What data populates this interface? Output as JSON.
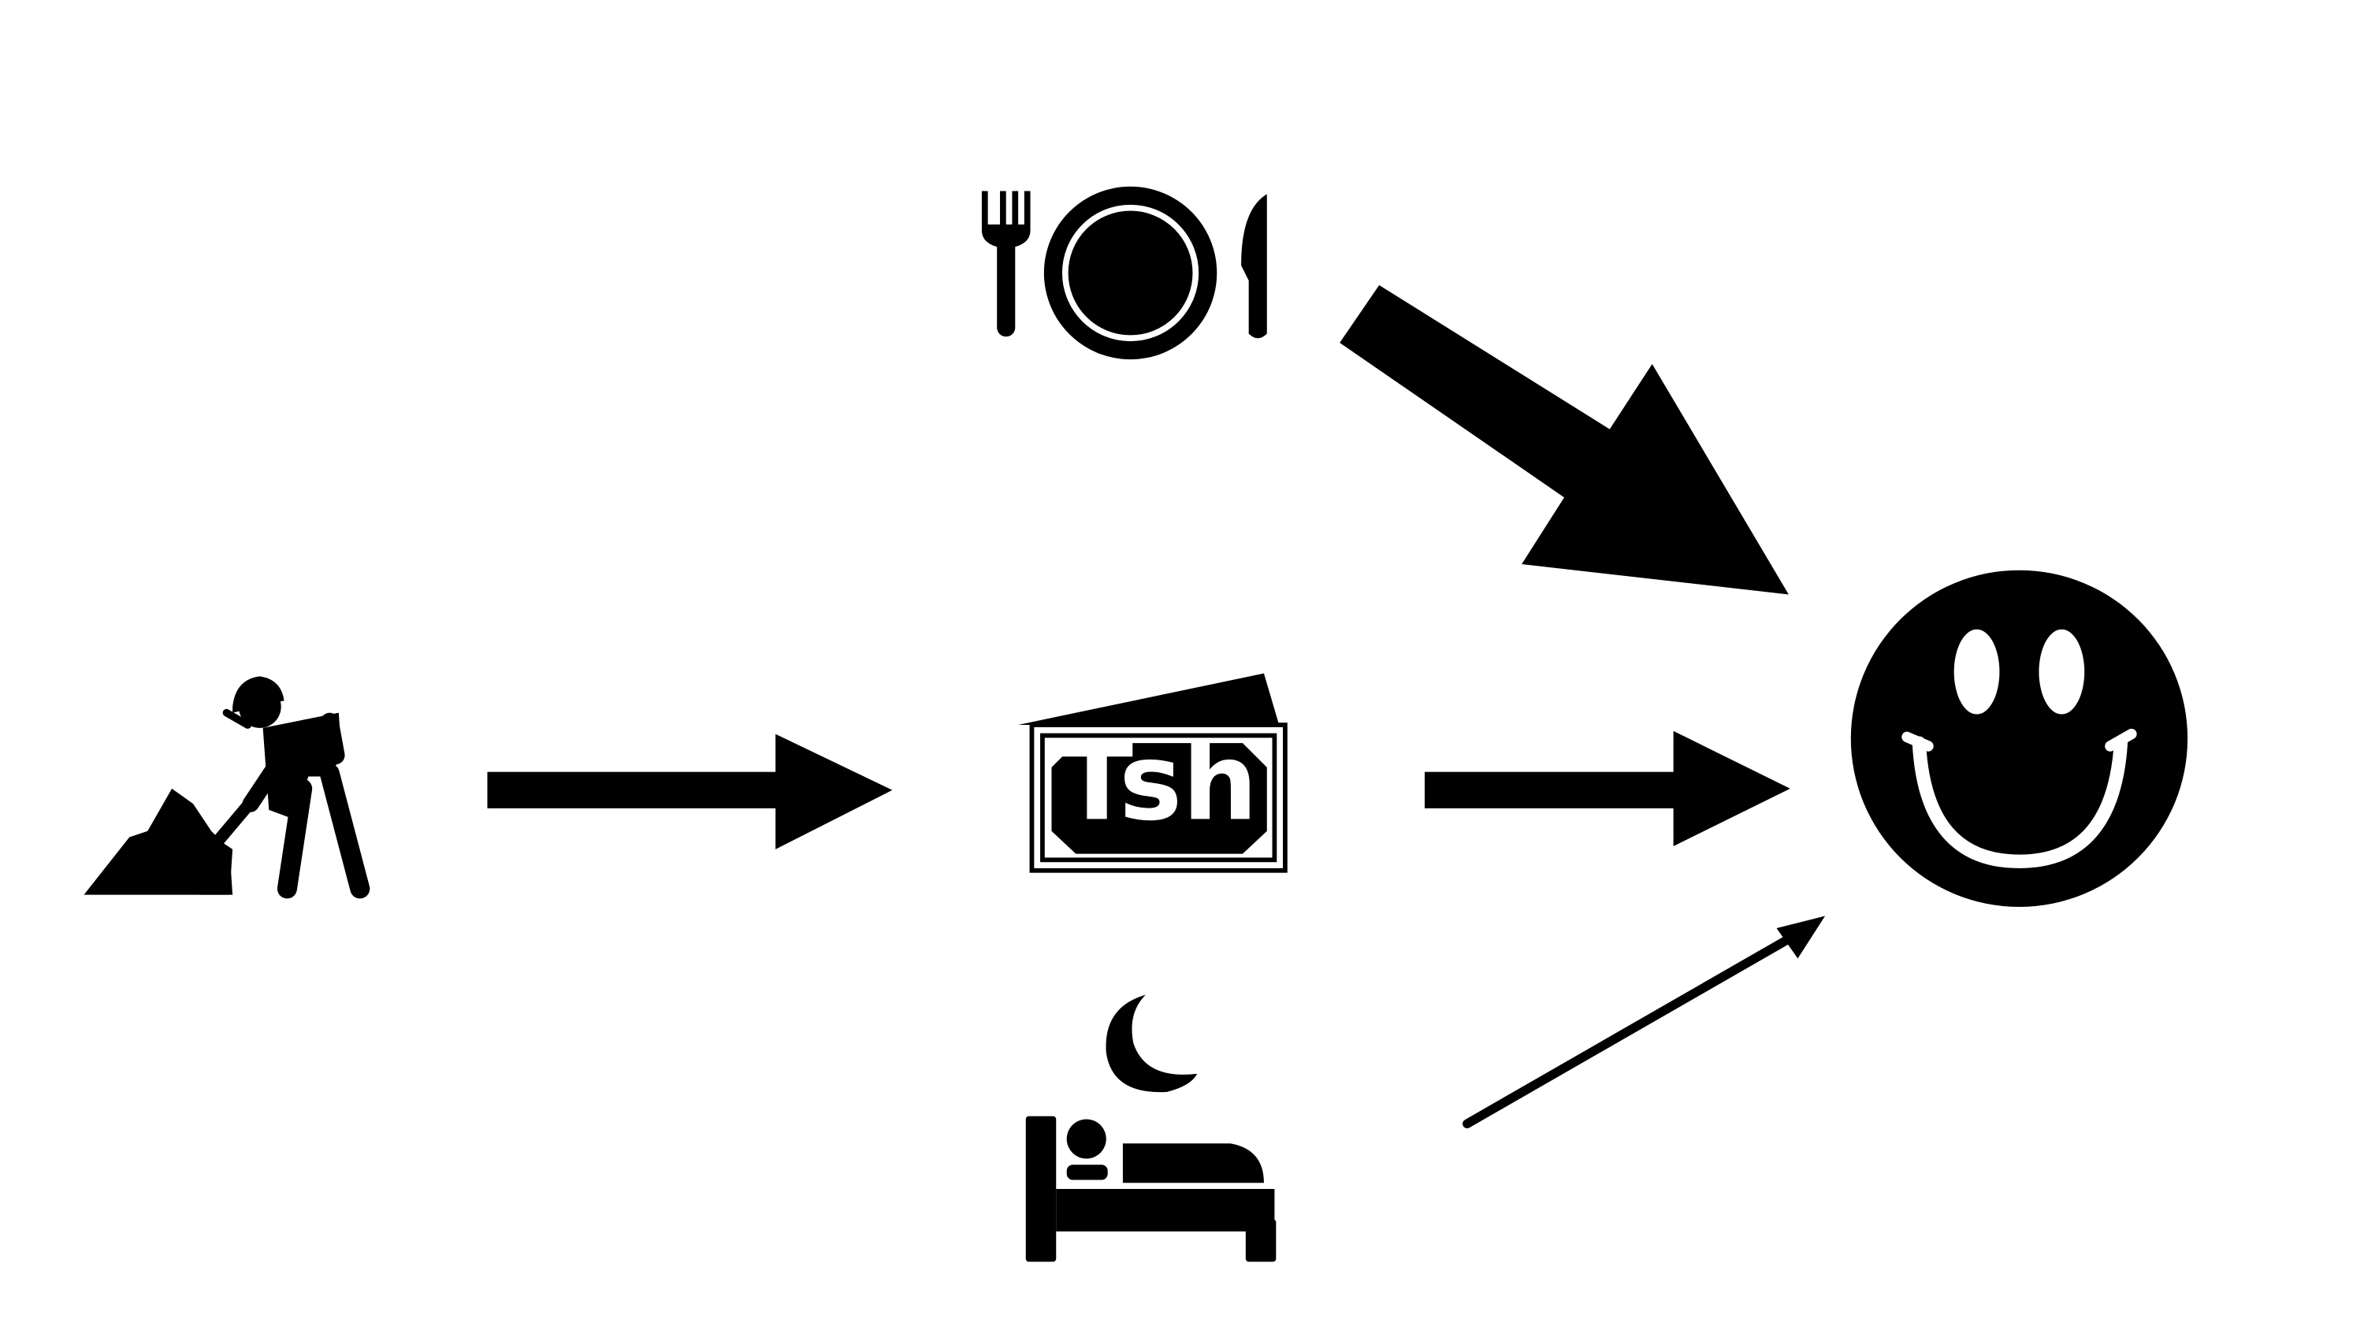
{
  "colors": {
    "background": "#ffffff",
    "ink": "#000000"
  },
  "diagram": {
    "nodes": [
      {
        "id": "work",
        "icon": "construction-worker-icon"
      },
      {
        "id": "money",
        "icon": "banknote-icon",
        "label": "Tsh"
      },
      {
        "id": "food",
        "icon": "plate-fork-knife-icon"
      },
      {
        "id": "sleep",
        "icon": "bed-moon-icon"
      },
      {
        "id": "happiness",
        "icon": "smiley-face-icon"
      }
    ],
    "edges": [
      {
        "from": "work",
        "to": "money",
        "weight": "medium"
      },
      {
        "from": "money",
        "to": "happiness",
        "weight": "medium"
      },
      {
        "from": "food",
        "to": "happiness",
        "weight": "heavy"
      },
      {
        "from": "sleep",
        "to": "happiness",
        "weight": "light"
      }
    ]
  }
}
